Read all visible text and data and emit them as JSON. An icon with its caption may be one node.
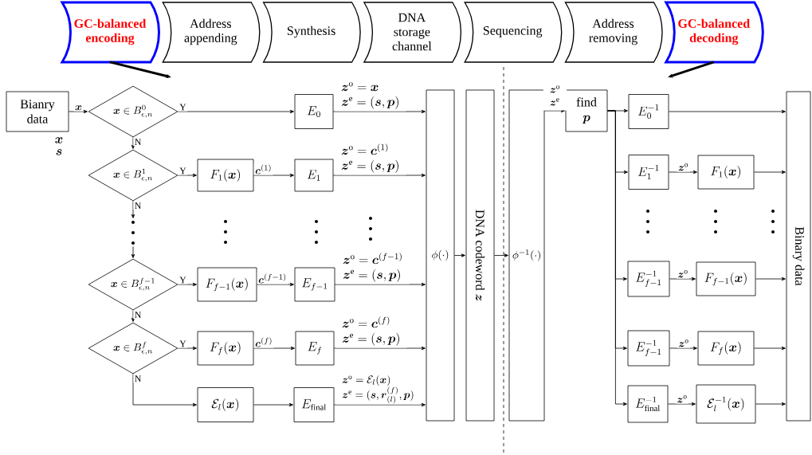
{
  "diagram": {
    "nodes": [
      {
        "text": [
          "GC-balanced encoding"
        ]
      },
      {
        "text": [
          "Address appending"
        ]
      },
      {
        "text": [
          "Synthesis"
        ]
      },
      {
        "text": [
          "DNA storage channel"
        ]
      },
      {
        "text": [
          "Sequencing"
        ]
      },
      {
        "text": [
          "Address removing"
        ]
      },
      {
        "text": [
          "GC-balanced decoding"
        ]
      },
      {
        "text": [
          "Bianry data"
        ],
        "beside": [
          "\\boldsymbol{x}",
          "\\boldsymbol{s}"
        ]
      },
      {
        "text": [
          "\\boldsymbol{x} \\in B_{\\epsilon,n}^{0}"
        ]
      },
      {
        "text": [
          "E_0"
        ]
      },
      {
        "text": [
          "\\boldsymbol{x} \\in B_{\\epsilon,n}^{1}"
        ]
      },
      {
        "text": [
          "F_1(\\boldsymbol{x})"
        ]
      },
      {
        "text": [
          "E_1"
        ]
      },
      {
        "text": [],
        "shape": "dots"
      },
      {
        "text": [
          "\\boldsymbol{x} \\in B_{\\epsilon,n}^{f-1}"
        ]
      },
      {
        "text": [
          "F_{f-1}(\\boldsymbol{x})"
        ]
      },
      {
        "text": [
          "E_{f-1}"
        ]
      },
      {
        "text": [
          "\\boldsymbol{x} \\in B_{\\epsilon,n}^{f}"
        ]
      },
      {
        "text": [
          "F_f(\\boldsymbol{x})"
        ]
      },
      {
        "text": [
          "E_f"
        ]
      },
      {
        "text": [
          "\\mathcal{E}_l(\\boldsymbol{x})"
        ]
      },
      {
        "text": [
          "E_{\\mathrm{final}}"
        ]
      },
      {
        "text": [
          "\\phi(\\cdot)"
        ]
      },
      {
        "text": [
          "\\text{DNA codeword } \\boldsymbol{z}"
        ]
      },
      {
        "text": [
          "\\phi^{-1}(\\cdot)"
        ]
      },
      {
        "text": [
          "\\begin{array}{c}\\text{find}\\\\ \\boldsymbol{p}\\end{array}"
        ]
      },
      {
        "text": [
          "E_0^{-1}"
        ]
      },
      {
        "text": [
          "E_1^{-1}"
        ]
      },
      {
        "text": [
          "F_1(\\boldsymbol{x})"
        ]
      },
      {
        "text": [
          "E_{f-1}^{-1}"
        ]
      },
      {
        "text": [
          "F_{f-1}(\\boldsymbol{x})"
        ]
      },
      {
        "text": [
          "E_{f-1}^{-1}"
        ]
      },
      {
        "text": [
          "F_f(\\boldsymbol{x})"
        ]
      },
      {
        "text": [
          "E_{\\mathrm{final}}^{-1}"
        ]
      },
      {
        "text": [
          "\\mathcal{E}_l^{-1}(\\boldsymbol{x})"
        ]
      },
      {
        "text": [
          "Binary data"
        ]
      }
    ],
    "edges": [
      {
        "from": 0,
        "to": null,
        "arrow": "to",
        "style": "thick"
      },
      {
        "from": 6,
        "to": null,
        "arrow": "to",
        "style": "thick"
      },
      {
        "from": 7,
        "to": 8,
        "arrow": "to",
        "label": "\\boldsymbol{x}"
      },
      {
        "from": 8,
        "to": 9,
        "arrow": "to",
        "label": "Y"
      },
      {
        "from": 8,
        "to": 10,
        "arrow": "to",
        "label": "N"
      },
      {
        "from": 9,
        "to": 22,
        "arrow": "to",
        "label": "\\begin{array}{l}\\boldsymbol{z}^{\\mathrm{o}} = \\boldsymbol{x}\\\\ \\boldsymbol{z}^{\\mathrm{e}} = (\\boldsymbol{s},\\boldsymbol{p})\\end{array}"
      },
      {
        "from": 10,
        "to": 11,
        "arrow": "to",
        "label": "Y"
      },
      {
        "from": 11,
        "to": 12,
        "arrow": "to",
        "label": "\\boldsymbol{c}^{(1)}"
      },
      {
        "from": 12,
        "to": 22,
        "arrow": "to",
        "label": "\\begin{array}{l}\\boldsymbol{z}^{\\mathrm{o}} = \\boldsymbol{c}^{(1)}\\\\ \\boldsymbol{z}^{\\mathrm{e}} = (\\boldsymbol{s},\\boldsymbol{p})\\end{array}"
      },
      {
        "from": 10,
        "to": 13,
        "arrow": "to",
        "label": "N"
      },
      {
        "from": 13,
        "to": 14,
        "arrow": "to"
      },
      {
        "from": 14,
        "to": 15,
        "arrow": "to",
        "label": "Y"
      },
      {
        "from": 15,
        "to": 16,
        "arrow": "to",
        "label": "\\boldsymbol{c}^{(f-1)}"
      },
      {
        "from": 16,
        "to": 22,
        "arrow": "to",
        "label": "\\begin{array}{l}\\boldsymbol{z}^{\\mathrm{o}} = \\boldsymbol{c}^{(f-1)}\\\\ \\boldsymbol{z}^{\\mathrm{e}} = (\\boldsymbol{s},\\boldsymbol{p})\\end{array}"
      },
      {
        "from": 14,
        "to": 17,
        "arrow": "to",
        "label": "N"
      },
      {
        "from": 17,
        "to": 18,
        "arrow": "to",
        "label": "Y"
      },
      {
        "from": 18,
        "to": 19,
        "arrow": "to",
        "label": "\\boldsymbol{c}^{(f)}"
      },
      {
        "from": 19,
        "to": 22,
        "arrow": "to",
        "label": "\\begin{array}{l}\\boldsymbol{z}^{\\mathrm{o}} = \\boldsymbol{c}^{(f)}\\\\ \\boldsymbol{z}^{\\mathrm{e}} = (\\boldsymbol{s},\\boldsymbol{p})\\end{array}"
      },
      {
        "from": 17,
        "to": 20,
        "arrow": "to",
        "label": "N"
      },
      {
        "from": 20,
        "to": 21,
        "arrow": "to"
      },
      {
        "from": 21,
        "to": 22,
        "arrow": "to",
        "label": "\\begin{array}{l}\\boldsymbol{z}^{\\mathrm{o}} = \\mathcal{E}_l(\\boldsymbol{x})\\\\ \\boldsymbol{z}^{\\mathrm{e}} = (\\boldsymbol{s},\\boldsymbol{r}_{(l)}^{(f)},\\boldsymbol{p})\\end{array}"
      },
      {
        "from": 22,
        "to": 23,
        "arrow": "to"
      },
      {
        "from": 23,
        "to": 24,
        "arrow": "to"
      },
      {
        "from": 24,
        "to": 25,
        "arrow": "to",
        "label": "\\begin{array}{l}\\boldsymbol{z}^{\\mathrm{o}}\\\\ \\boldsymbol{z}^{\\mathrm{e}}\\end{array}"
      },
      {
        "from": 25,
        "to": 26,
        "arrow": "to"
      },
      {
        "from": 25,
        "to": 27,
        "arrow": "to"
      },
      {
        "from": 25,
        "to": 29,
        "arrow": "to"
      },
      {
        "from": 25,
        "to": 31,
        "arrow": "to"
      },
      {
        "from": 25,
        "to": 33,
        "arrow": "to"
      },
      {
        "from": 26,
        "to": 35,
        "arrow": "to"
      },
      {
        "from": 27,
        "to": 28,
        "arrow": "to",
        "label": "\\boldsymbol{z}^{\\mathrm{o}}"
      },
      {
        "from": 28,
        "to": 35,
        "arrow": "to"
      },
      {
        "from": 29,
        "to": 30,
        "arrow": "to",
        "label": "\\boldsymbol{z}^{\\mathrm{o}}"
      },
      {
        "from": 30,
        "to": 35,
        "arrow": "to"
      },
      {
        "from": 31,
        "to": 32,
        "arrow": "to",
        "label": "\\boldsymbol{z}^{\\mathrm{o}}"
      },
      {
        "from": 32,
        "to": 35,
        "arrow": "to"
      },
      {
        "from": 33,
        "to": 34,
        "arrow": "to",
        "label": "\\boldsymbol{z}^{\\mathrm{o}}"
      },
      {
        "from": 34,
        "to": 35,
        "arrow": "to"
      }
    ]
  }
}
